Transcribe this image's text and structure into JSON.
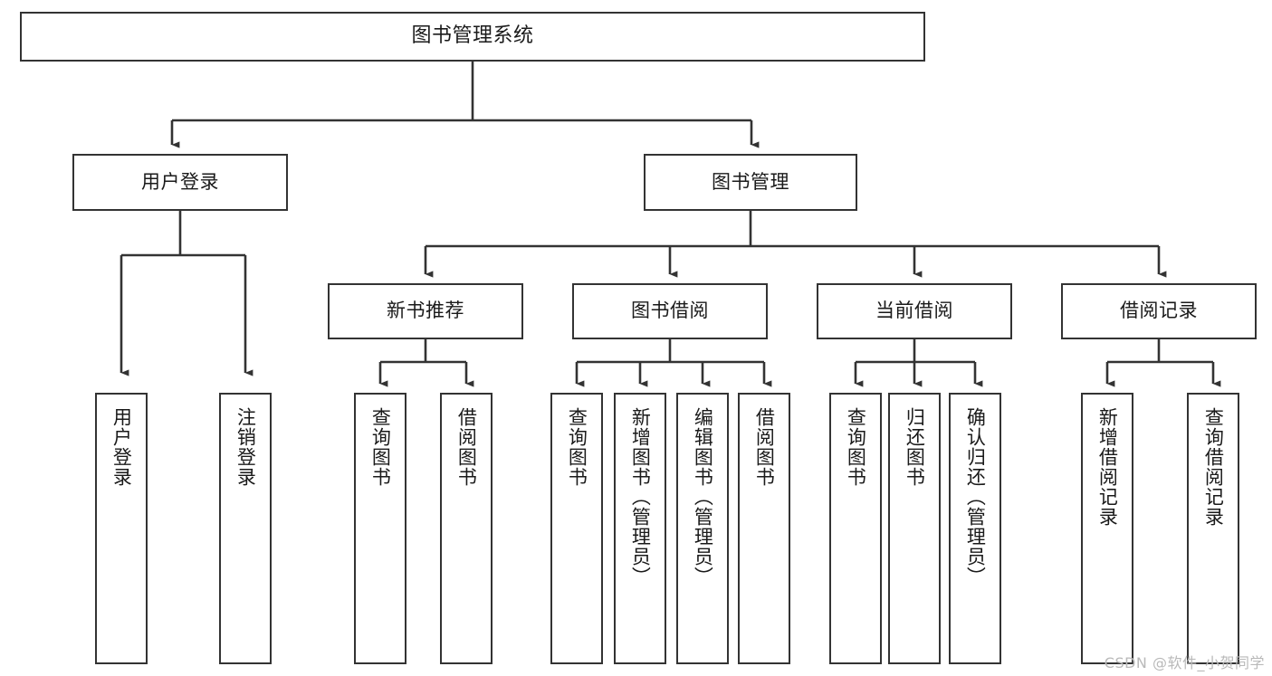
{
  "diagram": {
    "title": "图书管理系统",
    "watermark": "CSDN @软件_小贺同学",
    "accent_color": "#333333",
    "background_color": "#ffffff",
    "root": {
      "id": "root",
      "label": "图书管理系统"
    },
    "level2": [
      {
        "id": "user-login",
        "label": "用户登录"
      },
      {
        "id": "book-management",
        "label": "图书管理"
      }
    ],
    "level3": [
      {
        "id": "new-book-recommend",
        "label": "新书推荐"
      },
      {
        "id": "book-borrow",
        "label": "图书借阅"
      },
      {
        "id": "current-borrow",
        "label": "当前借阅"
      },
      {
        "id": "borrow-record",
        "label": "借阅记录"
      }
    ],
    "leaves": {
      "user_login": [
        {
          "id": "leaf-user-login",
          "label": "用户登录"
        },
        {
          "id": "leaf-logout-login",
          "label": "注销登录"
        }
      ],
      "new_book_recommend": [
        {
          "id": "leaf-query-book-1",
          "label": "查询图书"
        },
        {
          "id": "leaf-borrow-book-1",
          "label": "借阅图书"
        }
      ],
      "book_borrow": [
        {
          "id": "leaf-query-book-2",
          "label": "查询图书"
        },
        {
          "id": "leaf-add-book",
          "label": "新增图书（管理员）"
        },
        {
          "id": "leaf-edit-book",
          "label": "编辑图书（管理员）"
        },
        {
          "id": "leaf-borrow-book-2",
          "label": "借阅图书"
        }
      ],
      "current_borrow": [
        {
          "id": "leaf-query-book-3",
          "label": "查询图书"
        },
        {
          "id": "leaf-return-book",
          "label": "归还图书"
        },
        {
          "id": "leaf-confirm-return",
          "label": "确认归还（管理员）"
        }
      ],
      "borrow_record": [
        {
          "id": "leaf-add-record",
          "label": "新增借阅记录"
        },
        {
          "id": "leaf-query-record",
          "label": "查询借阅记录"
        }
      ]
    }
  }
}
